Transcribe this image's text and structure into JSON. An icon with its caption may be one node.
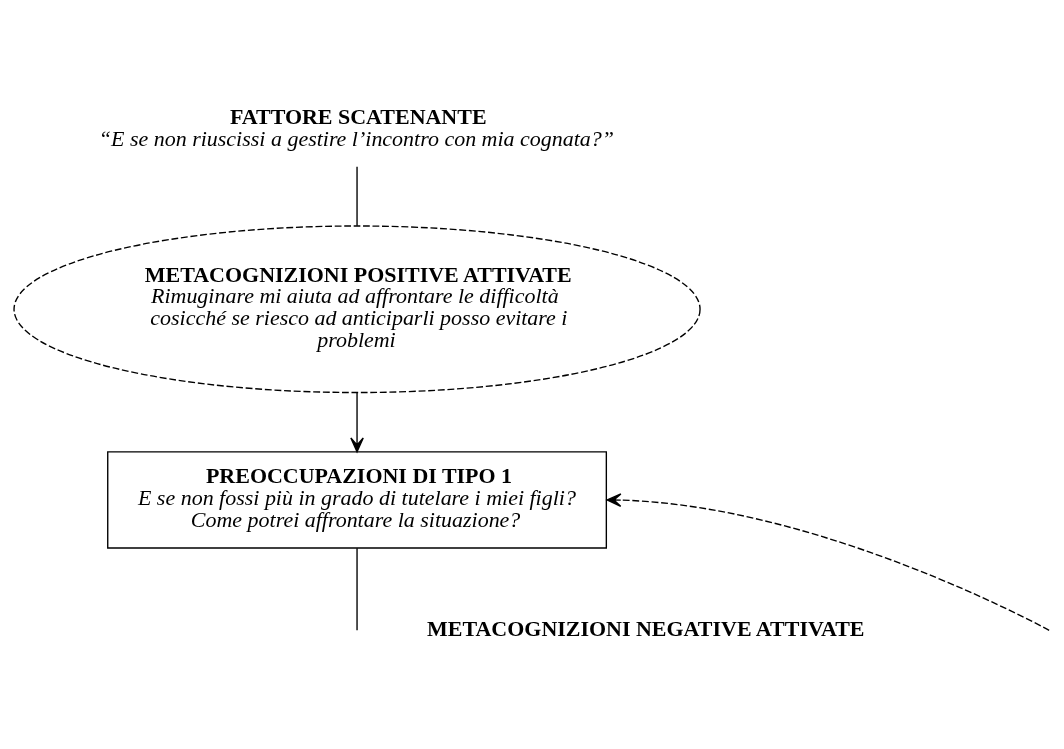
{
  "diagram": {
    "nodes": [
      {
        "text": [
          "FATTORE SCATENANTE",
          "“E se non riuscissi a gestire l’incontro con mia cognata?”"
        ]
      },
      {
        "text": [
          "METACOGNIZIONI POSITIVE ATTIVATE",
          "Rimuginare mi aiuta ad affrontare le difficoltà cosicché se riesco ad anticiparli posso evitare i problemi"
        ]
      },
      {
        "text": [
          "PREOCCUPAZIONI DI TIPO 1",
          "E se non fossi più in grado di tutelare i miei figli? Come potrei affrontare la situazione?"
        ]
      }
    ],
    "edges": [
      {
        "from": 0,
        "to": 1,
        "arrow": "none"
      },
      {
        "from": 1,
        "to": 2,
        "arrow": "to"
      },
      {
        "from": null,
        "to": 2,
        "arrow": "to",
        "style": "dashed"
      },
      {
        "from": 2,
        "to": null,
        "arrow": "none"
      }
    ],
    "labels": [
      "METACOGNIZIONI NEGATIVE ATTIVATE"
    ]
  }
}
